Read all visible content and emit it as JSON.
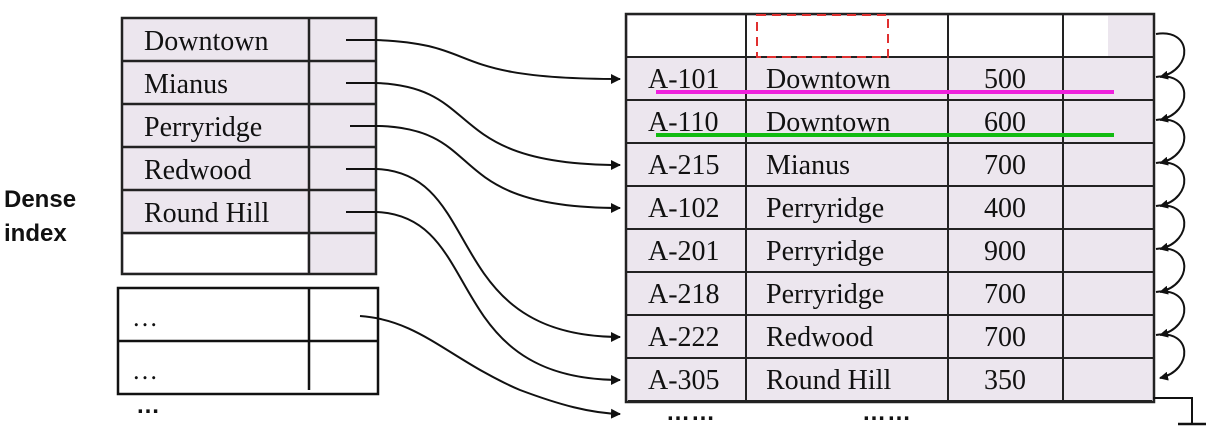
{
  "label": {
    "line1": "Dense",
    "line2": "index"
  },
  "index_entries": [
    "Downtown",
    "Mianus",
    "Perryridge",
    "Redwood",
    "Round Hill"
  ],
  "overflow_index": {
    "entries": [
      "…",
      "…"
    ],
    "more": "…"
  },
  "records": [
    {
      "account": "A-101",
      "branch": "Downtown",
      "balance": "500"
    },
    {
      "account": "A-110",
      "branch": "Downtown",
      "balance": "600"
    },
    {
      "account": "A-215",
      "branch": "Mianus",
      "balance": "700"
    },
    {
      "account": "A-102",
      "branch": "Perryridge",
      "balance": "400"
    },
    {
      "account": "A-201",
      "branch": "Perryridge",
      "balance": "900"
    },
    {
      "account": "A-218",
      "branch": "Perryridge",
      "balance": "700"
    },
    {
      "account": "A-222",
      "branch": "Redwood",
      "balance": "700"
    },
    {
      "account": "A-305",
      "branch": "Round Hill",
      "balance": "350"
    }
  ],
  "file_more": {
    "left": "……",
    "right": "……"
  },
  "index_pointer_targets": [
    0,
    2,
    3,
    6,
    7
  ],
  "colors": {
    "cell_fill": "#ece6ee",
    "grid": "#222222",
    "highlight_first": "#ee22dd",
    "highlight_second": "#11bb11",
    "dashed_box": "#e03030"
  }
}
